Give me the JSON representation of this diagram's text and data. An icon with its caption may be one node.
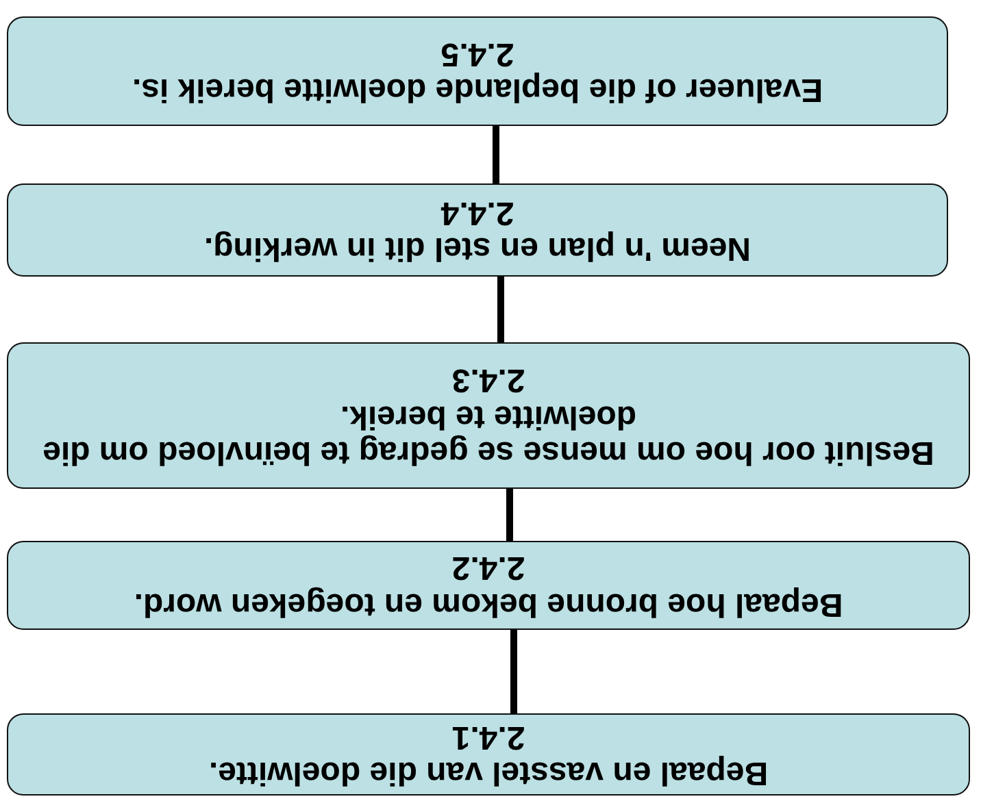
{
  "diagram": {
    "nodes": [
      {
        "text": [
          "Bepaal en vasstel van die doelwitte.",
          "2.4.1"
        ]
      },
      {
        "text": [
          "Bepaal hoe bronne bekom en toegeken word.",
          "2.4.2"
        ]
      },
      {
        "text": [
          "Besluit oor hoe om mense se gedrag te beïnvloed om die doelwitte te bereik.",
          "2.4.3"
        ]
      },
      {
        "text": [
          "Neem 'n plan en stel dit in werking.",
          "2.4.4"
        ]
      },
      {
        "text": [
          "Evalueer of die beplande doelwitte bereik is.",
          "2.4.5"
        ]
      }
    ],
    "edges": [
      {
        "from": 0,
        "to": 1,
        "arrow": "none"
      },
      {
        "from": 1,
        "to": 2,
        "arrow": "none"
      },
      {
        "from": 2,
        "to": 3,
        "arrow": "none"
      },
      {
        "from": 3,
        "to": 4,
        "arrow": "none"
      }
    ]
  }
}
